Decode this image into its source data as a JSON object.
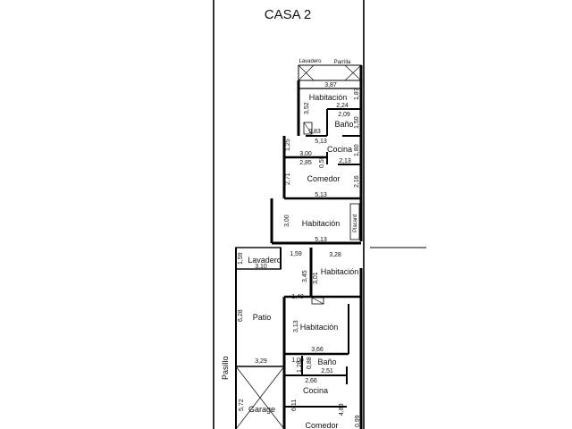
{
  "plan": {
    "title": "CASA 2",
    "rooms": {
      "lavadero_top": "Lavadero",
      "parrilla": "Parrilla",
      "habitacion_1": "Habitación",
      "bano_1": "Baño",
      "cocina_1": "Cocina",
      "comedor_1": "Comedor",
      "habitacion_2": "Habitación",
      "placard": "Placard",
      "lavadero_bottom": "Lavadero",
      "habitacion_3": "Habitación",
      "patio": "Patio",
      "habitacion_4": "Habitación",
      "bano_2": "Baño",
      "cocina_2": "Cocina",
      "garage": "Garage",
      "comedor_2": "Comedor",
      "pasillo": "Pasillo"
    },
    "dimensions": {
      "d_3_87": "3,87",
      "d_1_87": "1,87",
      "d_3_52": "3,52",
      "d_2_24": "2,24",
      "d_2_09": "2,09",
      "d_1_50": "1,50",
      "d_0_83": "0,83",
      "d_5_13_a": "5,13",
      "d_1_25": "1,25",
      "d_1_80": "1,80",
      "d_3_00_a": "3,00",
      "d_2_85": "2,85",
      "d_0_55": "0,55",
      "d_2_13": "2,13",
      "d_2_71": "2,71",
      "d_2_16": "2,16",
      "d_5_13_b": "5,13",
      "d_3_00_b": "3,00",
      "d_5_13_c": "5,13",
      "d_1_59_a": "1,59",
      "d_1_59_b": "1,59",
      "d_3_10": "3,10",
      "d_3_28": "3,28",
      "d_3_45": "3,45",
      "d_3_01": "3,01",
      "d_1_40": "1,40",
      "d_6_28": "6,28",
      "d_3_13": "3,13",
      "d_3_66": "3,66",
      "d_3_29": "3,29",
      "d_1_00": "1,00",
      "d_1_28": "1,28",
      "d_0_88": "0,88",
      "d_2_51": "2,51",
      "d_2_66": "2,66",
      "d_5_72": "5,72",
      "d_6_11": "6,11",
      "d_4_83": "4,83",
      "d_0_99": "0,99"
    }
  }
}
